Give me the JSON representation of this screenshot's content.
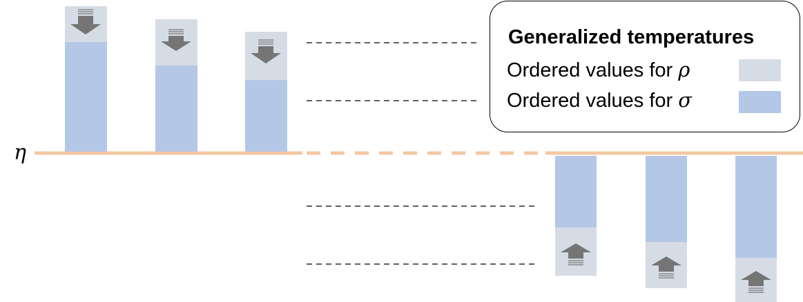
{
  "legend": {
    "title": "Generalized temperatures",
    "rho_label_text": "Ordered values for ",
    "rho_symbol": "ρ",
    "sigma_label_text": "Ordered values for ",
    "sigma_symbol": "σ"
  },
  "threshold_label": "η",
  "colors": {
    "rho_fill": "#d6dce5",
    "sigma_fill": "#b4c7e7",
    "threshold_line": "#f4c7a2",
    "arrow": "#757575",
    "dashed_guides": "#000000"
  },
  "icons": [
    "down-arrow-icon",
    "up-arrow-icon"
  ]
}
